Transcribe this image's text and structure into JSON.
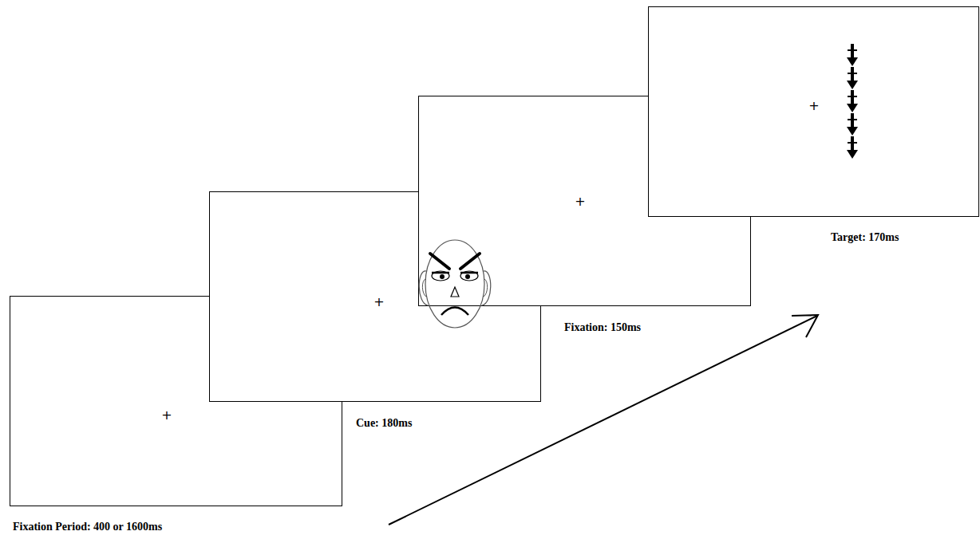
{
  "diagram": {
    "nodes": [
      {
        "text": [
          "+",
          "Fixation Period: 400 or 1600ms"
        ]
      },
      {
        "text": [
          "+",
          "Cue: 180ms"
        ]
      },
      {
        "text": [
          "+",
          "Fixation: 150ms"
        ]
      },
      {
        "text": [
          "+",
          "Target: 170ms"
        ]
      }
    ]
  }
}
